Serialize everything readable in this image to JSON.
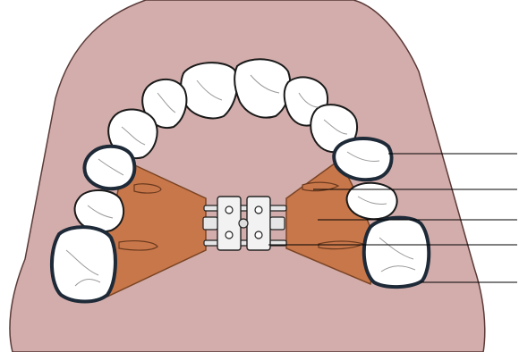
{
  "diagram": {
    "colors": {
      "background": "#ffffff",
      "palate": "#d2adab",
      "palate_outline": "#5a3a38",
      "acrylic_plate": "#c8774a",
      "acrylic_outline": "#7a4424",
      "tooth_fill": "#ffffff",
      "tooth_outline": "#1a1a1a",
      "anchor_tooth_outline": "#1e2a38",
      "tooth_crease": "#9a9a9a",
      "leader_line": "#000000",
      "expander_metal": "#e6e6e6",
      "expander_outline": "#222222"
    },
    "leader_lines": [
      {
        "name": "leader-line-anchor-premolar"
      },
      {
        "name": "leader-line-wire-clasp"
      },
      {
        "name": "leader-line-acrylic-plate"
      },
      {
        "name": "leader-line-screw-arm"
      },
      {
        "name": "leader-line-anchor-molar"
      }
    ],
    "labels": []
  }
}
